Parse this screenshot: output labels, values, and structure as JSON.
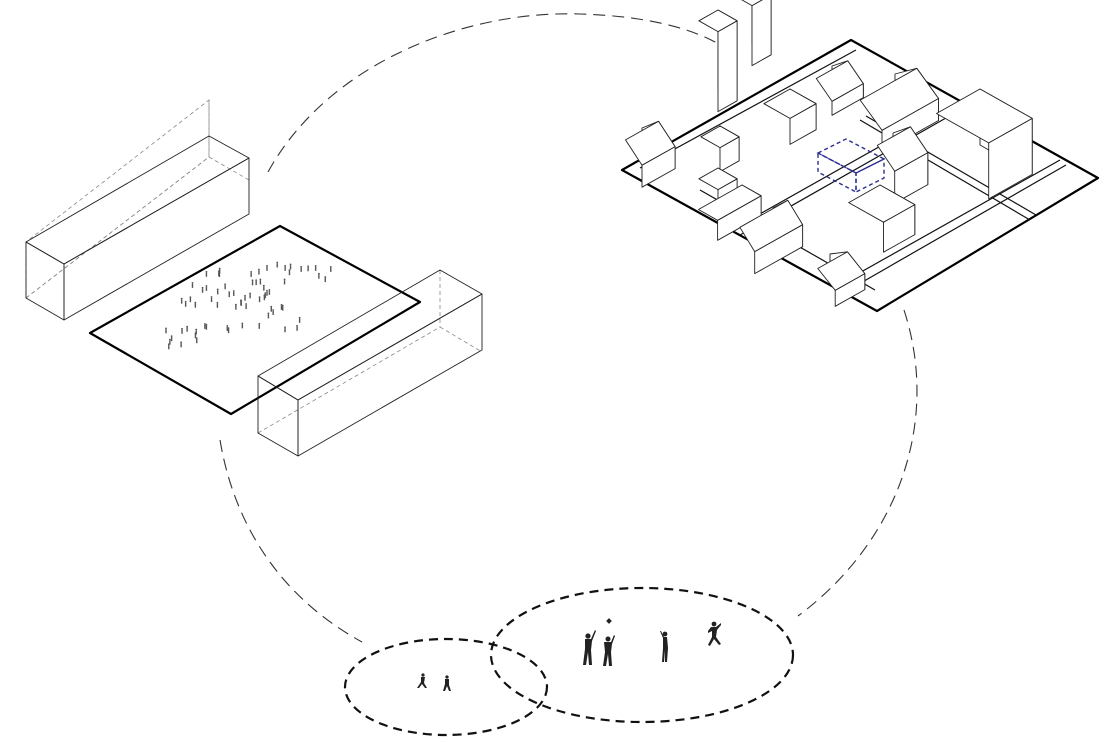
{
  "diagram": {
    "palette": {
      "line": "#222222",
      "hidden_edge": "#888888",
      "highlight": "#2b2f8f",
      "background": "#ffffff"
    },
    "nodes": [
      {
        "id": "open-plaza",
        "kind": "plaza between two long blocks with crowd"
      },
      {
        "id": "city-block",
        "kind": "urban block with buildings and highlighted void"
      },
      {
        "id": "activity-rings",
        "kind": "two overlapping dashed rings with people"
      }
    ]
  }
}
